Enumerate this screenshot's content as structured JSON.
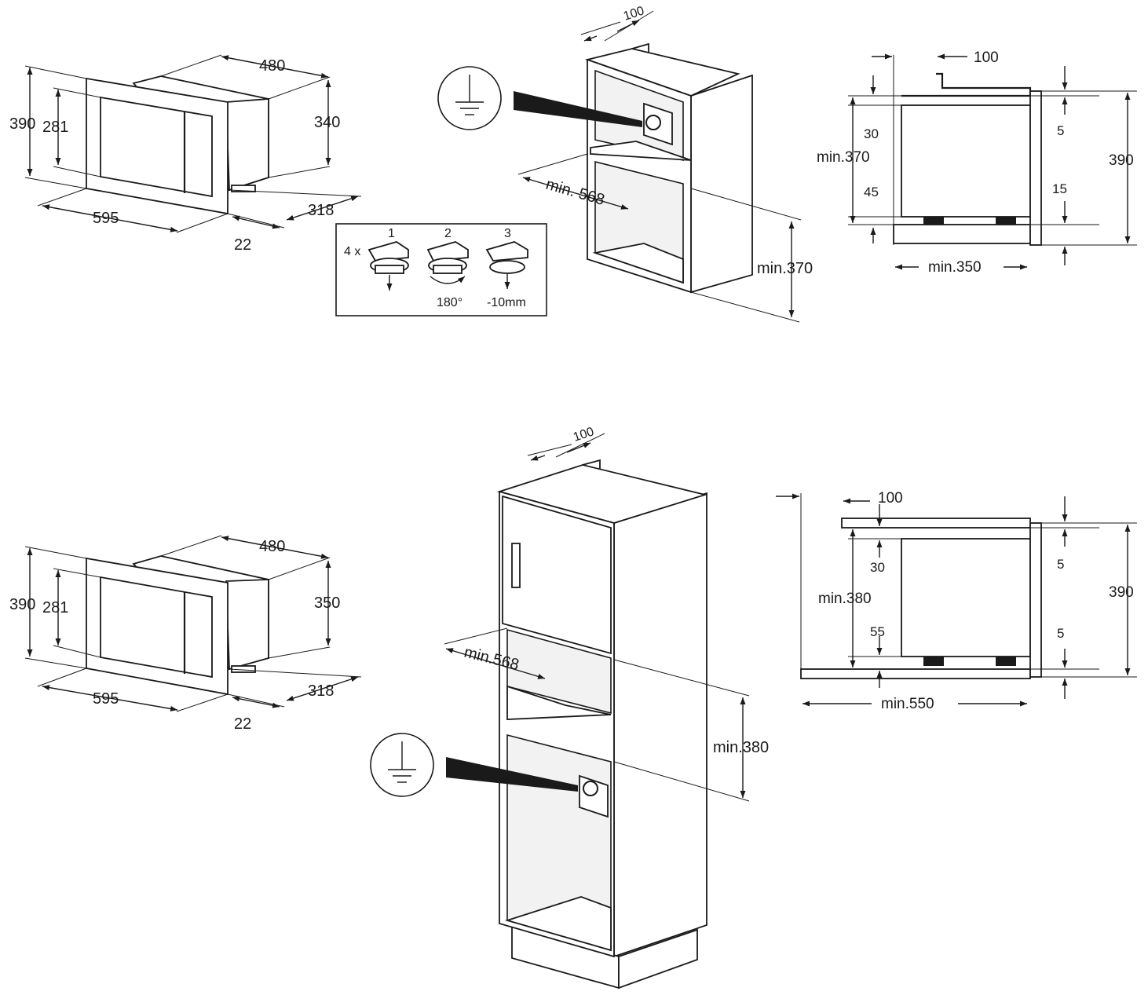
{
  "top": {
    "microwave": {
      "w": "480",
      "h": "390",
      "inner_h": "281",
      "body_h": "340",
      "width": "595",
      "depth": "318",
      "frame": "22"
    },
    "feet": {
      "count": "4 x",
      "step1": "1",
      "step2": "2",
      "step3": "3",
      "rotate": "180°",
      "lower": "-10mm"
    },
    "cabinet": {
      "gap": "100",
      "width": "min. 568",
      "height": "min.370"
    },
    "section": {
      "gap": "100",
      "top_clear": "30",
      "bottom_clear": "45",
      "niche": "min.370",
      "right_top": "5",
      "right_bottom": "15",
      "total": "390",
      "depth": "min.350"
    }
  },
  "bottom": {
    "microwave": {
      "w": "480",
      "h": "390",
      "inner_h": "281",
      "body_h": "350",
      "width": "595",
      "depth": "318",
      "frame": "22"
    },
    "cabinet": {
      "gap": "100",
      "width": "min.568",
      "height": "min.380"
    },
    "section": {
      "gap": "100",
      "top_clear": "30",
      "bottom_clear": "55",
      "niche": "min.380",
      "right_top": "5",
      "right_bottom": "5",
      "total": "390",
      "depth": "min.550"
    }
  }
}
